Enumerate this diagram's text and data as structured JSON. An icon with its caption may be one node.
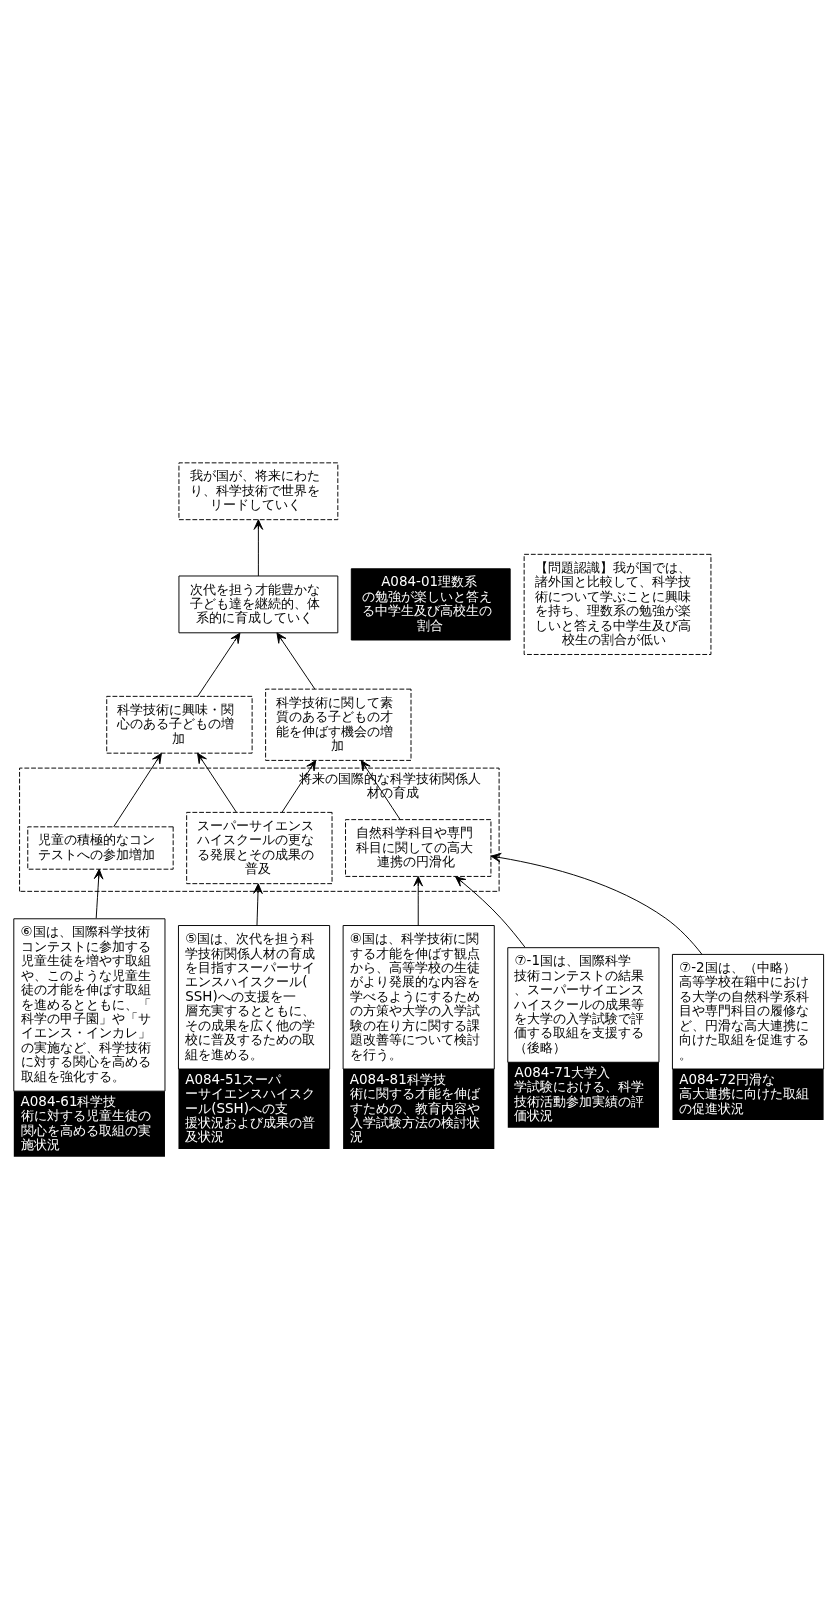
{
  "diagram": {
    "nodes": [
      {
        "text": [
          "我が国が、将来にわたり、科学技術で世界をリードしていく"
        ]
      },
      {
        "text": [
          "次代を担う才能豊かな子ども達を継続的、体系的に育成していく"
        ]
      },
      {
        "text": [
          "A084-01理数系の勉強が楽しいと答える中学生及び高校生の割合"
        ]
      },
      {
        "text": [
          "【問題認識】我が国では、諸外国と比較して、科学技術について学ぶことに興味を持ち、理数系の勉強が楽しいと答える中学生及び高校生の割合が低い"
        ]
      },
      {
        "text": [
          "科学技術に関して素質のある子どもの才能を伸ばす機会の増加"
        ]
      },
      {
        "text": [
          "科学技術に興味・関心のある子どもの増加"
        ]
      },
      {
        "text": [
          "将来の国際的な科学技術関係人材の育成"
        ]
      },
      {
        "text": [
          "スーパーサイエンスハイスクールの更なる発展とその成果の普及"
        ],
        "in": 6
      },
      {
        "text": [
          "児童の積極的なコンテストへの参加増加"
        ],
        "in": 6
      },
      {
        "text": [
          "自然科学科目や専門科目に関しての高大連携の円滑化"
        ],
        "in": 6
      },
      {
        "text": [
          "⑤国は、次代を担う科学技術関係人材の育成を目指すスーパーサイエンスハイスクール(SSH)への支援を一層充実するとともに、その成果を広く他の学校に普及するための取組を進める。",
          "A084-51スーパーサイエンスハイスクール(SSH)への支援状況および成果の普及状況"
        ]
      },
      {
        "text": [
          "⑥国は、国際科学技術コンテストに参加する児童生徒を増やす取組や、このような児童生徒の才能を伸ばす取組を進めるとともに、「科学の甲子園」や「サイエンス・インカレ」の実施など、科学技術に対する関心を高める取組を強化する。",
          "A084-61科学技術に対する児童生徒の関心を高める取組の実施状況"
        ]
      },
      {
        "text": [
          "⑦-1国は、国際科学技術コンテストの結果、スーパーサイエンスハイスクールの成果等を大学の入学試験で評価する取組を支援する（後略）",
          "A084-71大学入学試験における、科学技術活動参加実績の評価状況"
        ]
      },
      {
        "text": [
          "⑦-2国は、（中略）高等学校在籍中における大学の自然科学系科目や専門科目の履修など、円滑な高大連携に向けた取組を促進する。",
          "A084-72円滑な高大連携に向けた取組の促進状況"
        ]
      },
      {
        "text": [
          "⑧国は、科学技術に関する才能を伸ばす観点から、高等学校の生徒がより発展的な内容を学べるようにするための方策や大学の入学試験の在り方に関する課題改善等について検討を行う。",
          "A084-81科学技術に関する才能を伸ばすための、教育内容や入学試験方法の検討状況"
        ]
      }
    ],
    "edges": [
      {
        "from": 1,
        "to": 0,
        "arrow": "to"
      },
      {
        "from": 4,
        "to": 1,
        "arrow": "to"
      },
      {
        "from": 5,
        "to": 1,
        "arrow": "to"
      },
      {
        "from": 7,
        "to": 4,
        "arrow": "to"
      },
      {
        "from": 7,
        "to": 5,
        "arrow": "to"
      },
      {
        "from": 8,
        "to": 5,
        "arrow": "to"
      },
      {
        "from": 9,
        "to": 4,
        "arrow": "to"
      },
      {
        "from": 10,
        "to": 7,
        "arrow": "to"
      },
      {
        "from": 11,
        "to": 8,
        "arrow": "to"
      },
      {
        "from": 12,
        "to": 9,
        "arrow": "to"
      },
      {
        "from": 13,
        "to": 9,
        "arrow": "to"
      },
      {
        "from": 14,
        "to": 9,
        "arrow": "to"
      }
    ]
  }
}
